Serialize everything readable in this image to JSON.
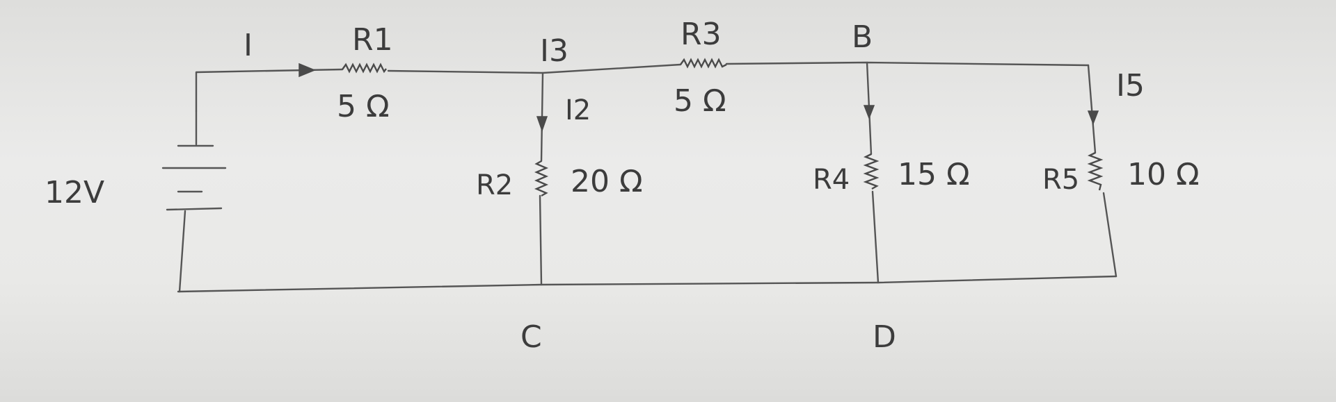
{
  "source": {
    "label": "12V"
  },
  "currents": {
    "i_total": "I",
    "i2": "I2",
    "i3": "I3",
    "i5": "I5"
  },
  "resistors": [
    {
      "name": "R1",
      "value": "5 Ω"
    },
    {
      "name": "R2",
      "value": "20 Ω"
    },
    {
      "name": "R3",
      "value": "5 Ω"
    },
    {
      "name": "R4",
      "value": "15 Ω"
    },
    {
      "name": "R5",
      "value": "10 Ω"
    }
  ],
  "nodes": {
    "b": "B",
    "c": "C",
    "d": "D"
  }
}
